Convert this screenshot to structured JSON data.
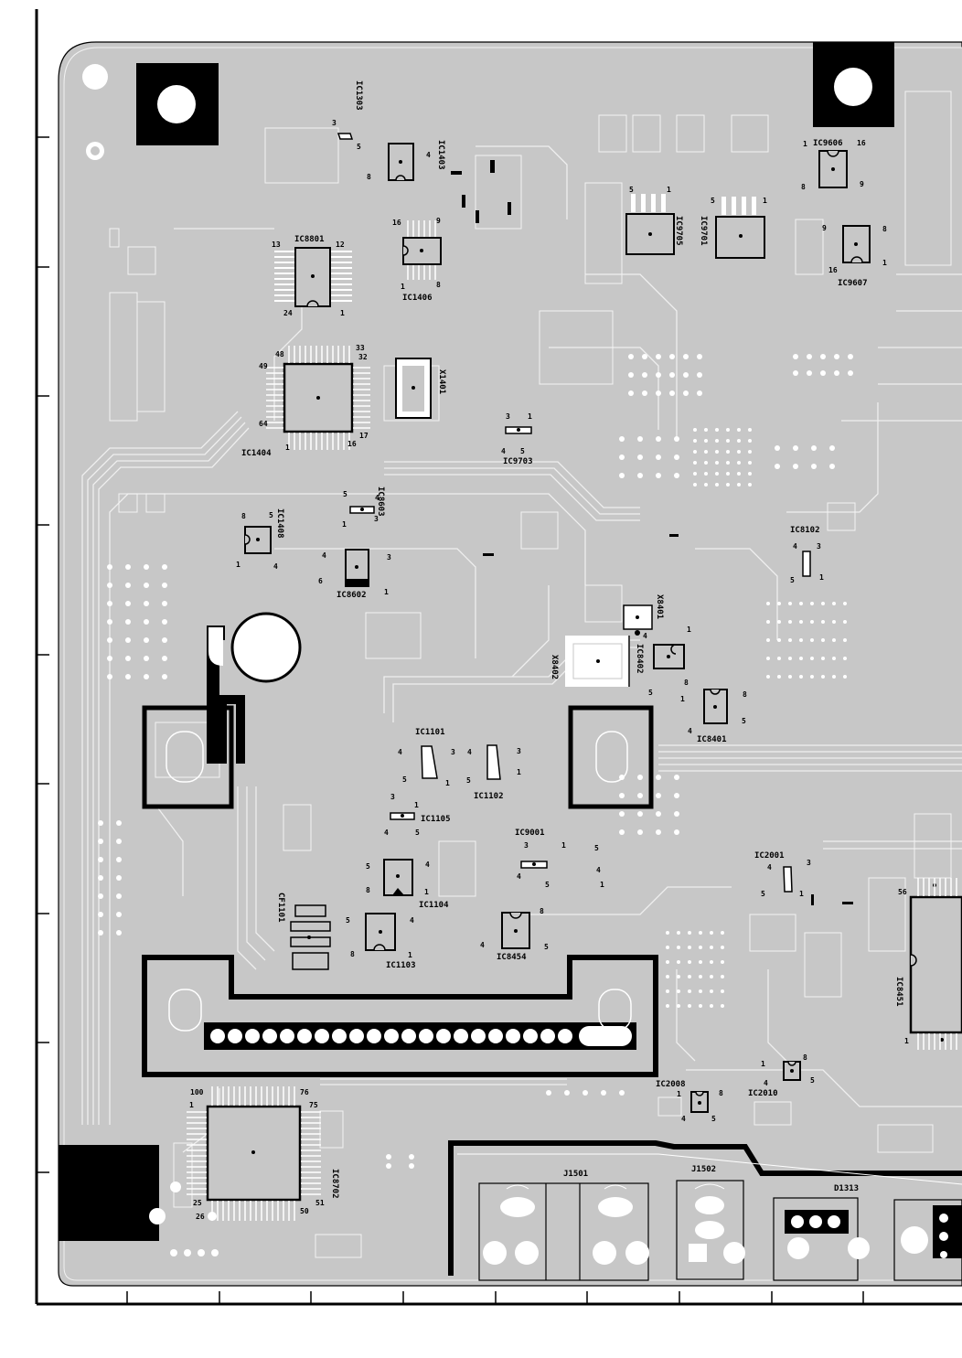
{
  "diagram": {
    "title": "",
    "components": [
      {
        "ref": "IC1303",
        "pins": [
          "3",
          "5"
        ]
      },
      {
        "ref": "IC1403",
        "pins": [
          "4",
          "8"
        ]
      },
      {
        "ref": "IC1406",
        "pins": [
          "16",
          "9",
          "1",
          "8"
        ]
      },
      {
        "ref": "IC8801",
        "pins": [
          "13",
          "12",
          "24",
          "1"
        ]
      },
      {
        "ref": "IC1404",
        "pins": [
          "49",
          "48",
          "33",
          "32",
          "64",
          "1",
          "16",
          "17"
        ]
      },
      {
        "ref": "X1401",
        "pins": []
      },
      {
        "ref": "IC9703",
        "pins": [
          "3",
          "1",
          "4",
          "5"
        ]
      },
      {
        "ref": "IC9705",
        "pins": [
          "5",
          "1"
        ]
      },
      {
        "ref": "IC9701",
        "pins": [
          "5",
          "1"
        ]
      },
      {
        "ref": "IC9606",
        "pins": [
          "1",
          "16",
          "8",
          "9"
        ]
      },
      {
        "ref": "IC9607",
        "pins": [
          "9",
          "8",
          "16",
          "1"
        ]
      },
      {
        "ref": "IC1408",
        "pins": [
          "8",
          "5",
          "1",
          "4"
        ]
      },
      {
        "ref": "IC8603",
        "pins": [
          "5",
          "4",
          "1",
          "3"
        ]
      },
      {
        "ref": "IC8602",
        "pins": [
          "4",
          "3",
          "6",
          "1"
        ]
      },
      {
        "ref": "IC8102",
        "pins": [
          "4",
          "3",
          "5",
          "1"
        ]
      },
      {
        "ref": "X8401",
        "pins": []
      },
      {
        "ref": "X8402",
        "pins": []
      },
      {
        "ref": "IC8402",
        "pins": [
          "4",
          "1",
          "5",
          "8"
        ]
      },
      {
        "ref": "IC8401",
        "pins": [
          "1",
          "8",
          "4",
          "5"
        ]
      },
      {
        "ref": "IC1101",
        "pins": [
          "4",
          "3",
          "5",
          "1"
        ]
      },
      {
        "ref": "IC1102",
        "pins": [
          "4",
          "3",
          "5",
          "1"
        ]
      },
      {
        "ref": "IC1105",
        "pins": [
          "3",
          "1",
          "4",
          "5"
        ]
      },
      {
        "ref": "IC1104",
        "pins": [
          "5",
          "4",
          "8",
          "1"
        ]
      },
      {
        "ref": "IC1103",
        "pins": [
          "5",
          "4",
          "8",
          "1"
        ]
      },
      {
        "ref": "CF1101",
        "pins": []
      },
      {
        "ref": "IC9001",
        "pins": [
          "3",
          "1",
          "5",
          "4",
          "5",
          "4",
          "1"
        ]
      },
      {
        "ref": "IC8454",
        "pins": [
          "8",
          "4",
          "5"
        ]
      },
      {
        "ref": "IC2001",
        "pins": [
          "4",
          "3",
          "5",
          "1"
        ]
      },
      {
        "ref": "IC8451",
        "pins": [
          "56",
          "1"
        ]
      },
      {
        "ref": "IC2008",
        "pins": [
          "1",
          "8",
          "4",
          "5"
        ]
      },
      {
        "ref": "IC2010",
        "pins": [
          "1",
          "8",
          "4",
          "5"
        ]
      },
      {
        "ref": "IC8702",
        "pins": [
          "100",
          "1",
          "76",
          "75",
          "25",
          "26",
          "50",
          "51"
        ]
      },
      {
        "ref": "J1501",
        "pins": []
      },
      {
        "ref": "J1502",
        "pins": []
      },
      {
        "ref": "D1313",
        "pins": []
      }
    ],
    "colors": {
      "board": "#c7c7c7",
      "ink": "#000000",
      "trace": "#ededed",
      "paper": "#ffffff"
    }
  }
}
